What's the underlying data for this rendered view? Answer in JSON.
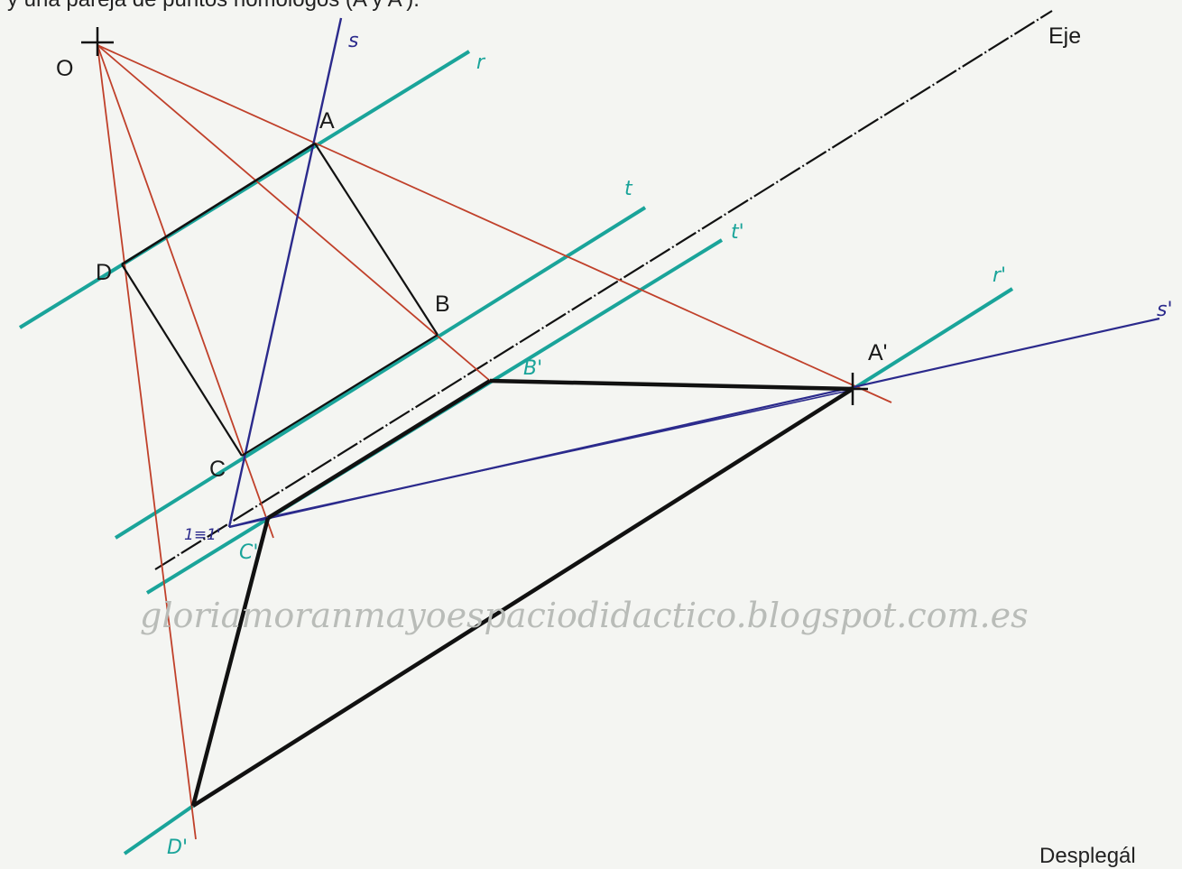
{
  "header": {
    "text": "y una pareja de puntos homólogos (A y A')."
  },
  "footer": {
    "text": "Desplegál"
  },
  "watermark": "gloriamoranmayoespaciodidactico.blogspot.com.es",
  "labels": {
    "O": "O",
    "A": "A",
    "B": "B",
    "C": "C",
    "D": "D",
    "A_prime": "A'",
    "B_prime": "B'",
    "C_prime": "C'",
    "D_prime": "D'",
    "C_eq": "1≡1'",
    "eje": "Eje",
    "r": "r",
    "r_prime": "r'",
    "s": "s",
    "s_prime": "s'",
    "t": "t",
    "t_prime": "t'"
  },
  "colors": {
    "projection_rays": "#c0402a",
    "parallels": "#1aa49a",
    "s_lines": "#2b2a8c",
    "figure": "#111111",
    "axis": "#111111",
    "background": "#f4f5f2"
  }
}
